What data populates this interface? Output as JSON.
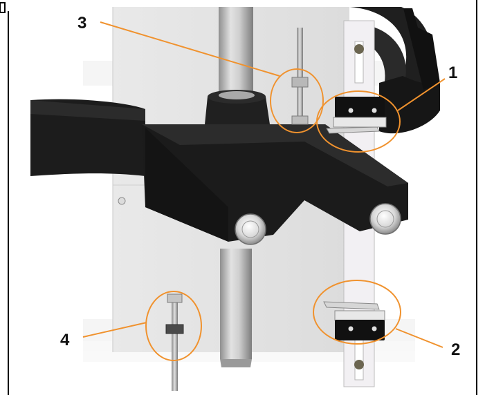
{
  "callouts": [
    {
      "id": "1",
      "label": "1"
    },
    {
      "id": "2",
      "label": "2"
    },
    {
      "id": "3",
      "label": "3"
    },
    {
      "id": "4",
      "label": "4"
    }
  ],
  "colors": {
    "callout": "#f0922e",
    "body_black": "#1c1c1c",
    "panel": "#e6e6e6",
    "rail": "#f1eff2",
    "rod": "#bdbdbd",
    "frame": "#000000"
  }
}
